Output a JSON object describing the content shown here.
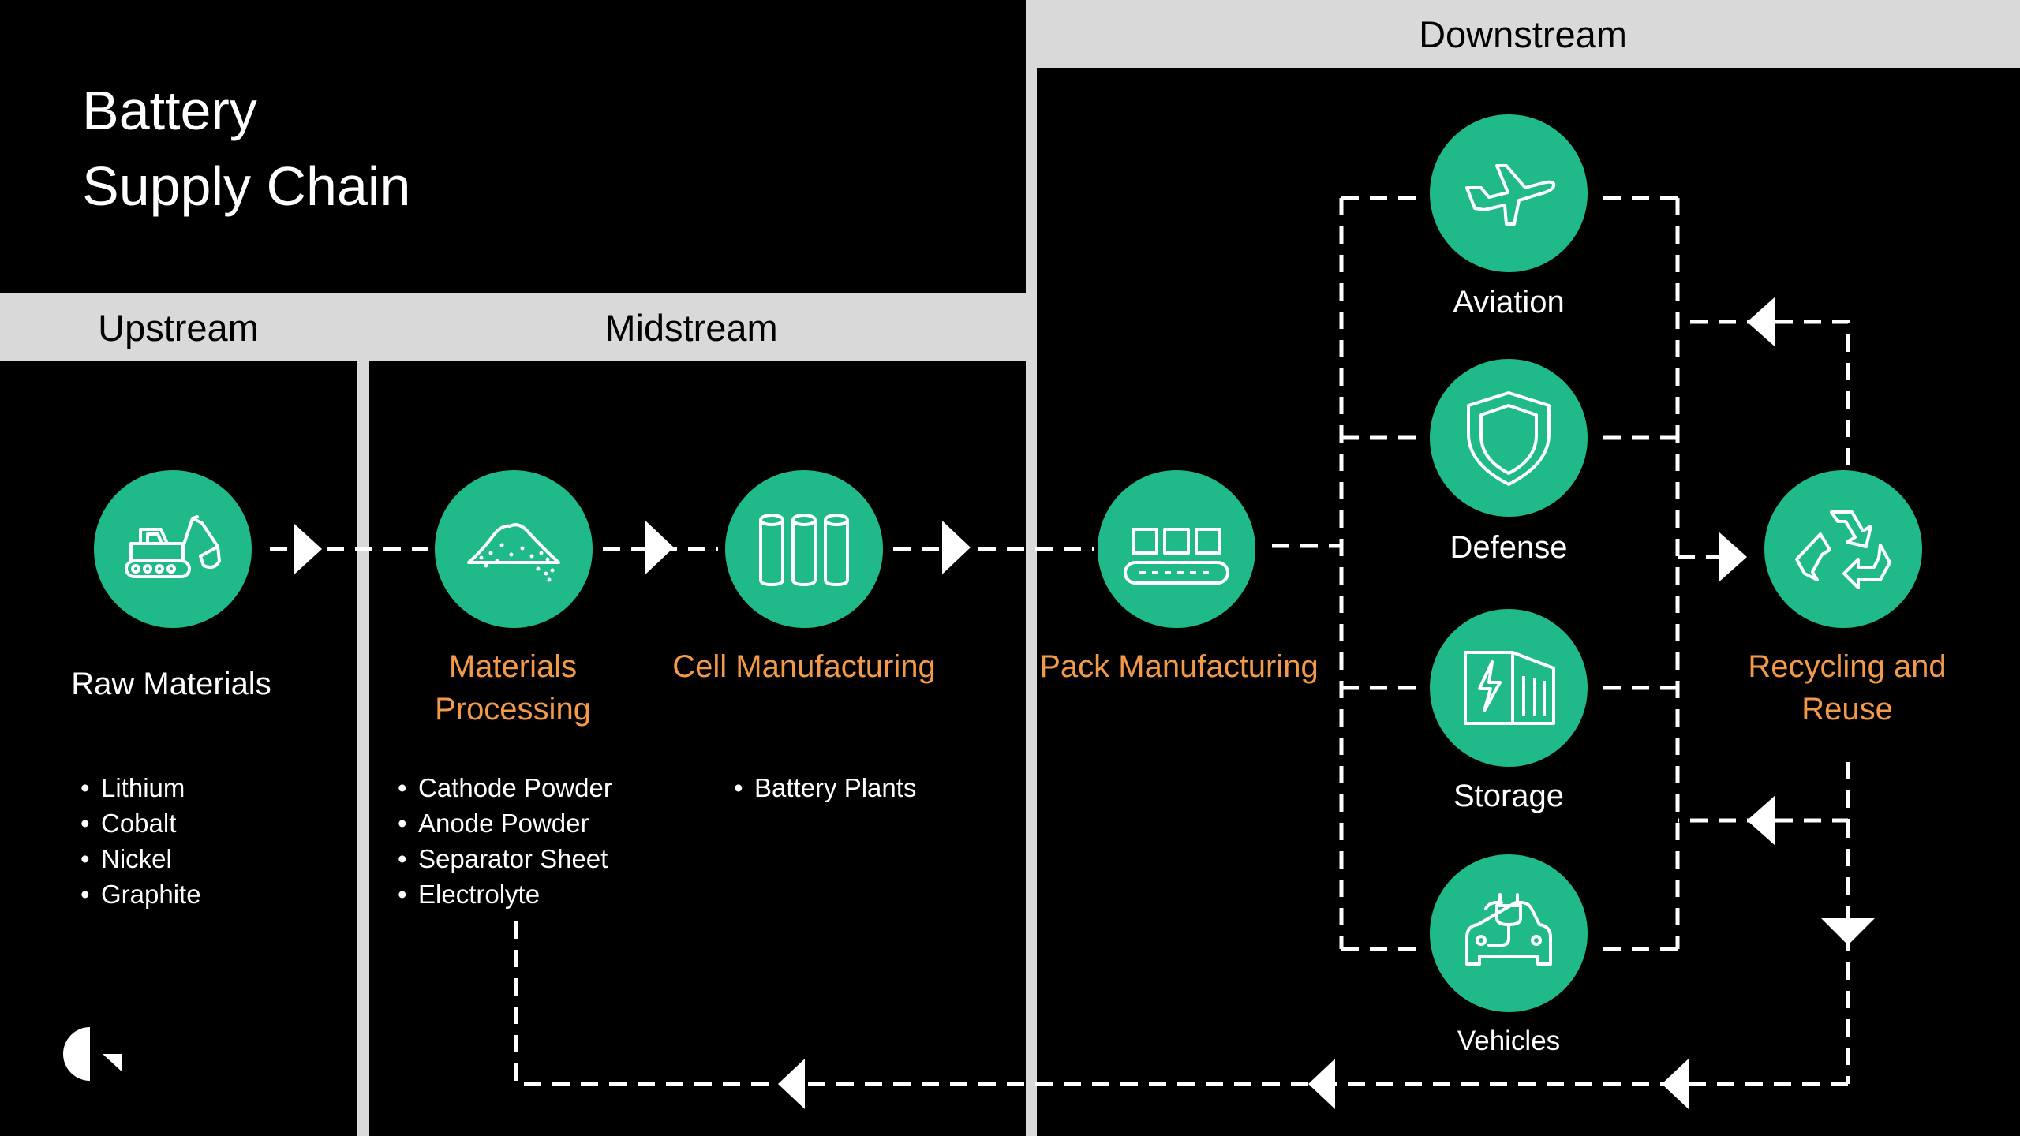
{
  "title": {
    "line1": "Battery",
    "line2": "Supply Chain"
  },
  "sections": {
    "upstream": "Upstream",
    "midstream": "Midstream",
    "downstream": "Downstream"
  },
  "nodes": {
    "raw_materials": {
      "label": "Raw Materials",
      "icon": "excavator-icon"
    },
    "materials_processing": {
      "label_line1": "Materials",
      "label_line2": "Processing",
      "icon": "powder-pile-icon"
    },
    "cell_manufacturing": {
      "label": "Cell Manufacturing",
      "icon": "battery-cells-icon"
    },
    "pack_manufacturing": {
      "label": "Pack Manufacturing",
      "icon": "conveyor-icon"
    },
    "aviation": {
      "label": "Aviation",
      "icon": "airplane-icon"
    },
    "defense": {
      "label": "Defense",
      "icon": "shield-icon"
    },
    "storage": {
      "label": "Storage",
      "icon": "energy-container-icon"
    },
    "vehicles": {
      "label": "Vehicles",
      "icon": "ev-car-plug-icon"
    },
    "recycling": {
      "label_line1": "Recycling and",
      "label_line2": "Reuse",
      "icon": "recycle-icon"
    }
  },
  "lists": {
    "raw_materials": [
      "Lithium",
      "Cobalt",
      "Nickel",
      "Graphite"
    ],
    "materials_processing": [
      "Cathode Powder",
      "Anode Powder",
      "Separator Sheet",
      "Electrolyte"
    ],
    "cell_manufacturing": [
      "Battery Plants"
    ]
  },
  "colors": {
    "background": "#000000",
    "panel": "#d9d9d9",
    "node": "#1fb98a",
    "highlight_label": "#f29a4a",
    "text": "#ffffff"
  },
  "logo": {
    "icon": "company-logo-icon"
  }
}
